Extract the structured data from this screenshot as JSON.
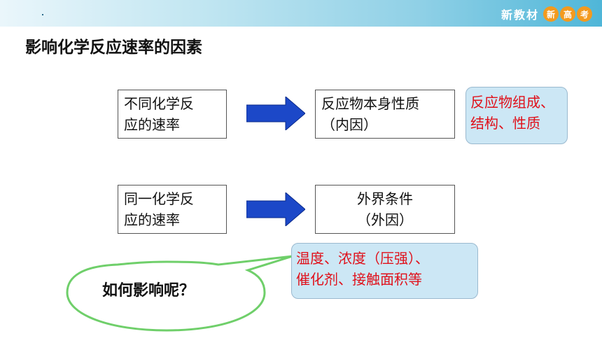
{
  "header": {
    "brand_text": "新教材",
    "brand_circles": [
      "新",
      "高",
      "考"
    ],
    "accent_color": "#f39a1e"
  },
  "title": "影响化学反应速率的因素",
  "rows": [
    {
      "left_lines": [
        "不同化学反",
        "应的速率"
      ],
      "right_lines": [
        "反应物本身性质",
        "（内因）"
      ],
      "note_lines": [
        "反应物组成、",
        "结构、性质"
      ]
    },
    {
      "left_lines": [
        "同一化学反",
        "应的速率"
      ],
      "right_lines": [
        "外界条件",
        "（外因）"
      ],
      "note_lines": [
        "温度、浓度（压强）、",
        "催化剂、接触面积等"
      ]
    }
  ],
  "speech_bubble": "如何影响呢？",
  "colors": {
    "arrow": "#1c48c8",
    "note_bg": "#cce7f5",
    "note_text": "#e0101a",
    "bubble_border": "#6fcf6a"
  }
}
